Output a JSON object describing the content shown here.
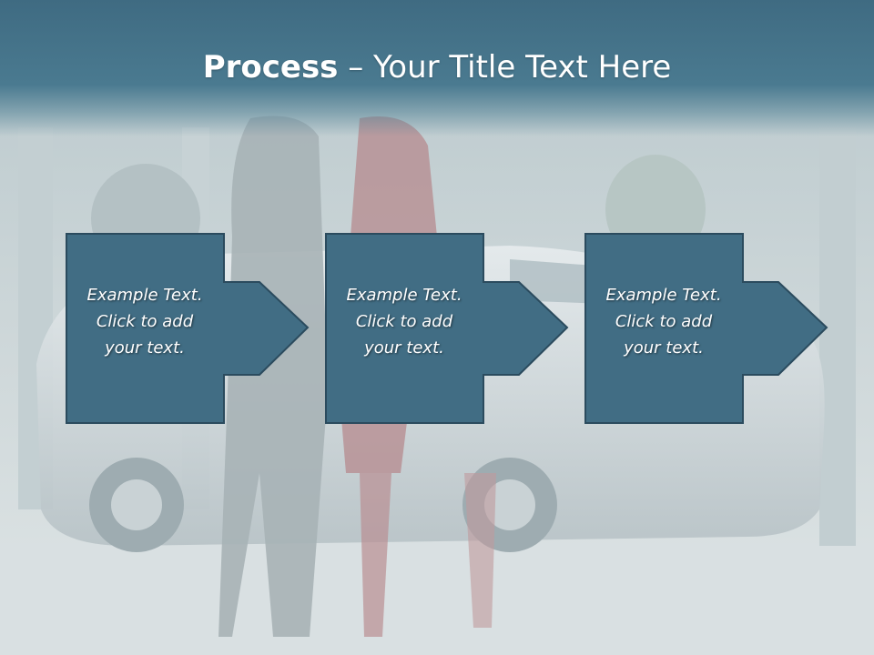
{
  "title": {
    "bold": "Process",
    "rest": " – Your Title Text Here"
  },
  "steps": [
    {
      "line1": "Example Text.",
      "line2": "Click  to add",
      "line3": "your text."
    },
    {
      "line1": "Example Text.",
      "line2": "Click  to add",
      "line3": "your text."
    },
    {
      "line1": "Example Text.",
      "line2": "Click  to add",
      "line3": "your text."
    }
  ],
  "colors": {
    "title_band": "#3f6b82",
    "step_fill": "#416d84",
    "step_border": "#2b4b5e",
    "text": "#ffffff"
  }
}
